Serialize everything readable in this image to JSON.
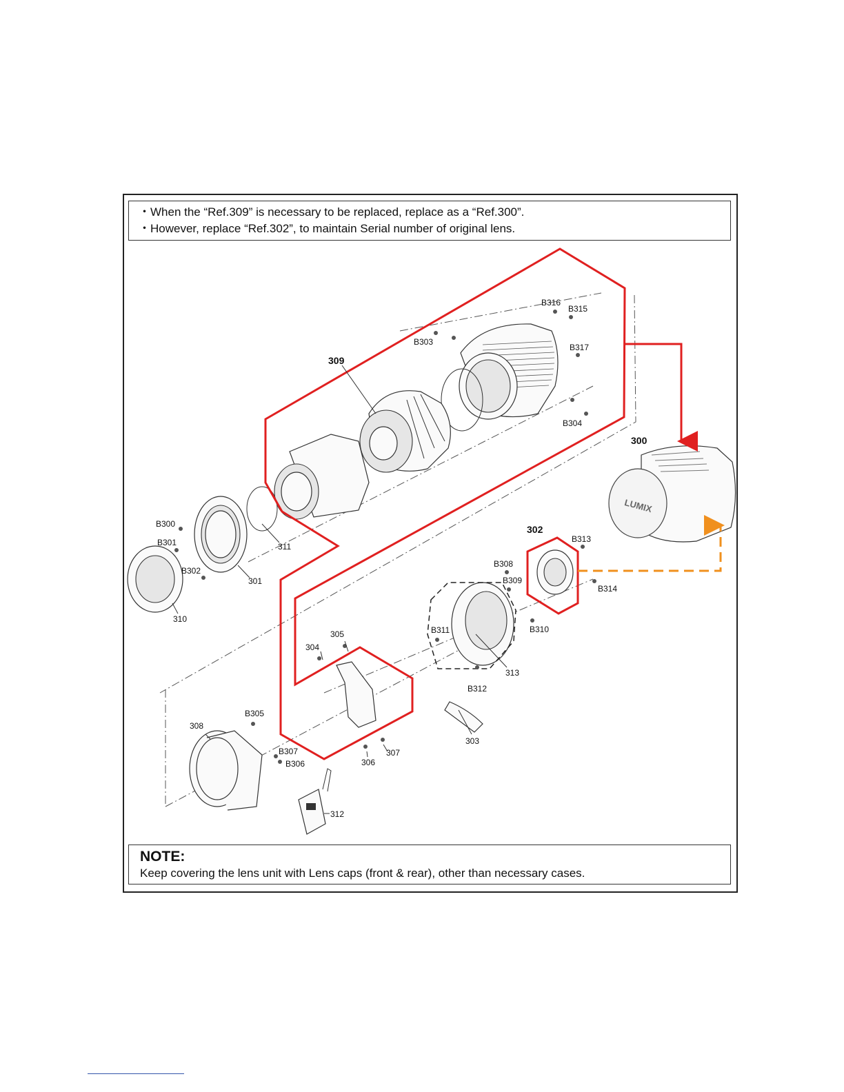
{
  "notice": {
    "line1": "・When the “Ref.309” is necessary to be replaced, replace as a “Ref.300”.",
    "line2": "・However, replace “Ref.302”, to maintain Serial number of original lens."
  },
  "note": {
    "title": "NOTE:",
    "text": "Keep covering the lens unit with Lens caps (front & rear), other than necessary cases."
  },
  "labels": {
    "ref309": "309",
    "ref300": "300",
    "ref302": "302",
    "b316": "B316",
    "b315": "B315",
    "b317": "B317",
    "b303": "B303",
    "b304": "B304",
    "b300": "B300",
    "b301": "B301",
    "b302": "B302",
    "r311": "311",
    "r301": "301",
    "r310": "310",
    "b313": "B313",
    "b308": "B308",
    "b309": "B309",
    "b314": "B314",
    "b311": "B311",
    "b310": "B310",
    "b312": "B312",
    "r305": "305",
    "r304": "304",
    "r313": "313",
    "r303": "303",
    "b305": "B305",
    "r308": "308",
    "b307": "B307",
    "b306": "B306",
    "r306": "306",
    "r307": "307",
    "r312": "312"
  },
  "lens_brand": "LUMIX",
  "colors": {
    "highlight_red": "#e02020",
    "arrow_orange": "#f0901e"
  }
}
